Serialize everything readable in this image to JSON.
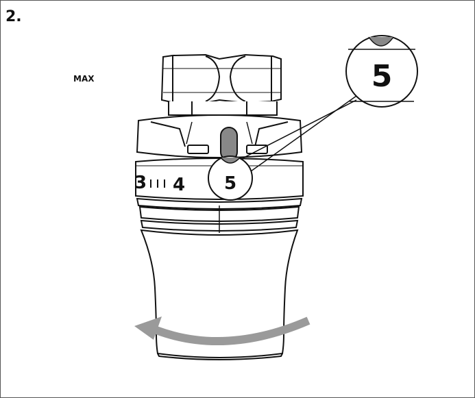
{
  "step": "2.",
  "max_label": "MAX",
  "scale": {
    "left_number": "3",
    "center_number": "4",
    "magnified_number": "5",
    "zoom_number": "5"
  },
  "colors": {
    "line": "#111111",
    "arrow": "#9a9a9a",
    "indicator": "#888888"
  },
  "icons": {
    "rotation": "counter-clockwise-arrow-icon"
  }
}
